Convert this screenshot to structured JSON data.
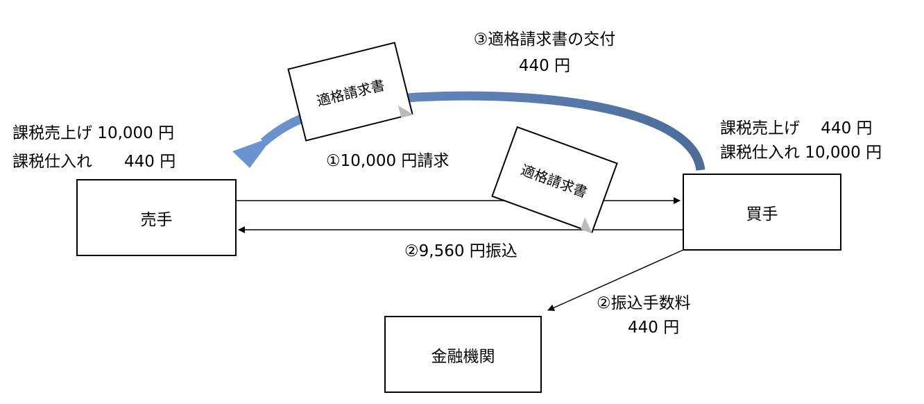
{
  "parties": {
    "seller": "売手",
    "buyer": "買手",
    "bank": "金融機関"
  },
  "seller_info": {
    "sales": "課税売上げ 10,000 円",
    "purchases": "課税仕入れ　　440 円"
  },
  "buyer_info": {
    "sales": "課税売上げ　 440 円",
    "purchases": "課税仕入れ 10,000 円"
  },
  "step3": {
    "label": "③適格請求書の交付",
    "amount": "440 円"
  },
  "step1": {
    "label": "①10,000 円請求"
  },
  "step2_transfer": {
    "label": "②9,560 円振込"
  },
  "step2_fee": {
    "label": "②振込手数料",
    "amount": "440 円"
  },
  "documents": {
    "invoice_top": "適格請求書",
    "invoice_bottom": "適格請求書"
  },
  "colors": {
    "curve_arrow": "#5b7fb5"
  }
}
